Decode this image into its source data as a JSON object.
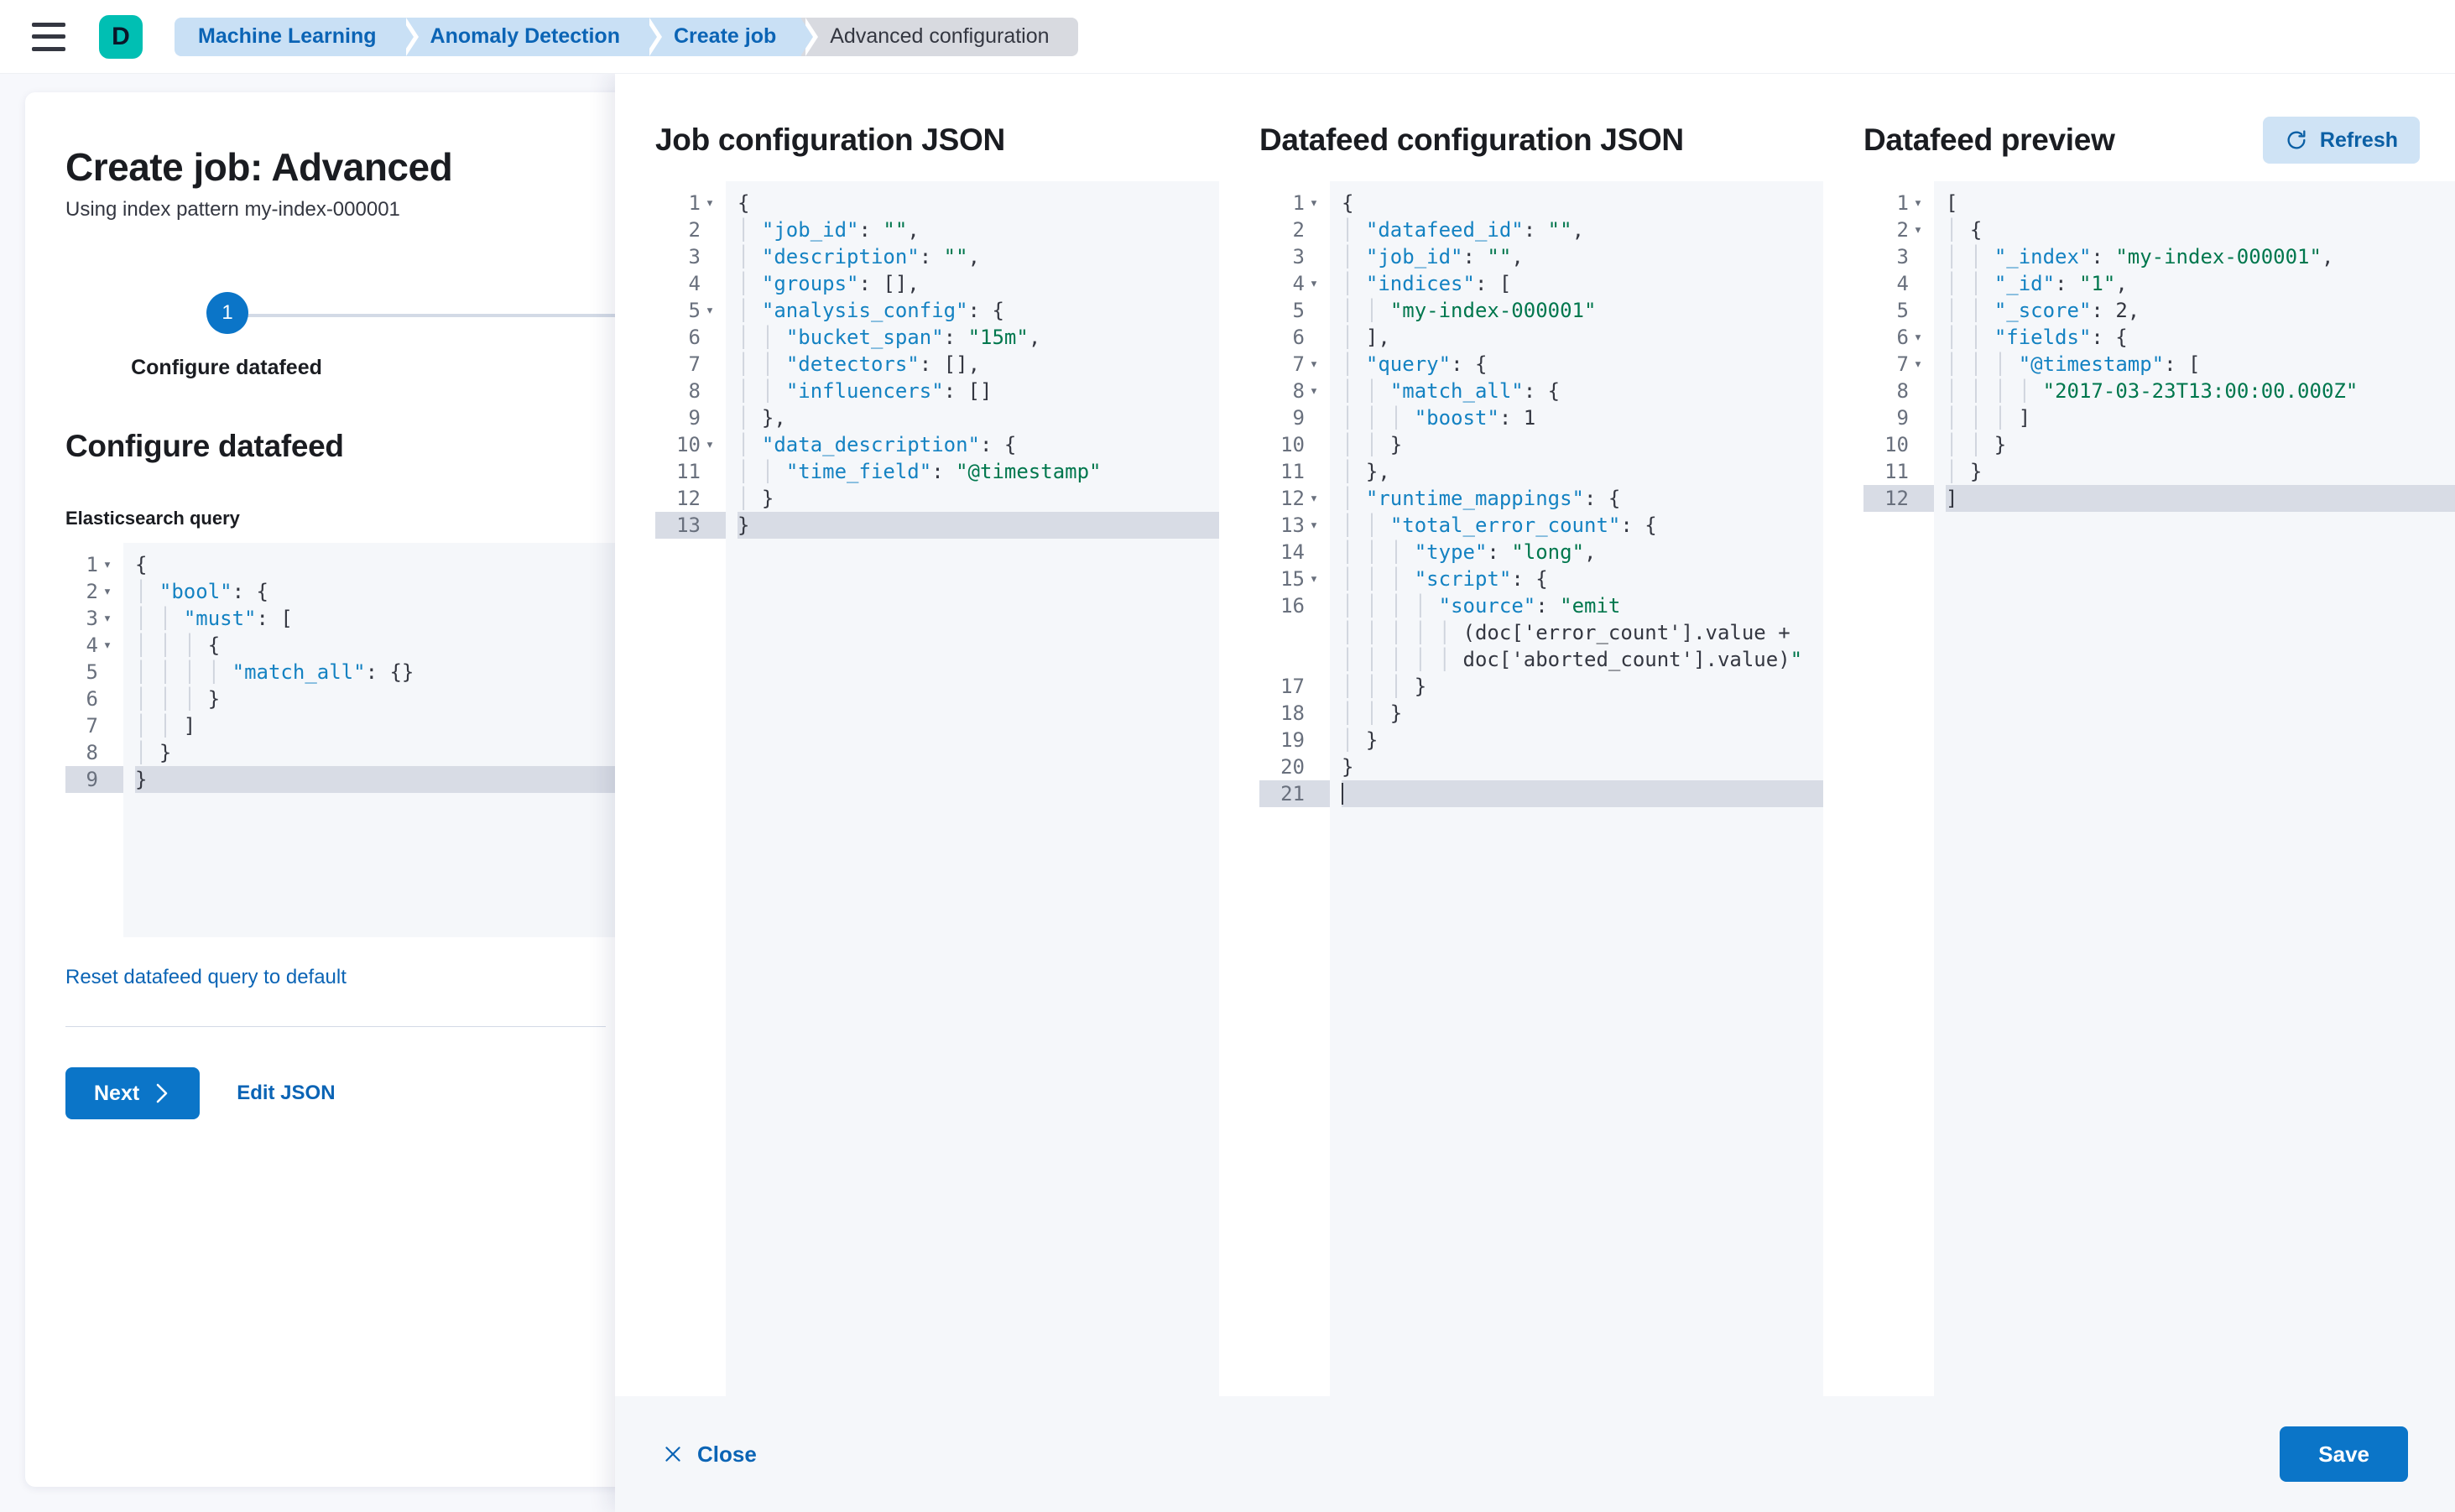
{
  "topbar": {
    "menu_icon": "hamburger-menu-icon",
    "app_badge": "D",
    "breadcrumbs": [
      {
        "label": "Machine Learning",
        "active": false
      },
      {
        "label": "Anomaly Detection",
        "active": false
      },
      {
        "label": "Create job",
        "active": false
      },
      {
        "label": "Advanced configuration",
        "active": true
      }
    ]
  },
  "page": {
    "title": "Create job: Advanced",
    "subtitle": "Using index pattern my-index-000001",
    "step": {
      "number": "1",
      "label": "Configure datafeed"
    },
    "section_title": "Configure datafeed",
    "query_label": "Elasticsearch query",
    "reset_link": "Reset datafeed query to default",
    "next_label": "Next",
    "next_icon": "chevron-right-icon",
    "edit_json_label": "Edit JSON",
    "query_editor": {
      "lines": [
        {
          "n": "1",
          "fold": true,
          "text": "{"
        },
        {
          "n": "2",
          "fold": true,
          "text": "  \"bool\": {"
        },
        {
          "n": "3",
          "fold": true,
          "text": "    \"must\": ["
        },
        {
          "n": "4",
          "fold": true,
          "text": "      {"
        },
        {
          "n": "5",
          "fold": false,
          "text": "        \"match_all\": {}"
        },
        {
          "n": "6",
          "fold": false,
          "text": "      }"
        },
        {
          "n": "7",
          "fold": false,
          "text": "    ]"
        },
        {
          "n": "8",
          "fold": false,
          "text": "  }"
        },
        {
          "n": "9",
          "fold": false,
          "text": "}",
          "highlight": true
        }
      ]
    }
  },
  "flyout": {
    "columns": [
      {
        "id": "job-configuration-json",
        "title": "Job configuration JSON",
        "lines": [
          {
            "n": "1",
            "fold": true,
            "text": "{"
          },
          {
            "n": "2",
            "fold": false,
            "text": "  \"job_id\": \"\","
          },
          {
            "n": "3",
            "fold": false,
            "text": "  \"description\": \"\","
          },
          {
            "n": "4",
            "fold": false,
            "text": "  \"groups\": [],"
          },
          {
            "n": "5",
            "fold": true,
            "text": "  \"analysis_config\": {"
          },
          {
            "n": "6",
            "fold": false,
            "text": "    \"bucket_span\": \"15m\","
          },
          {
            "n": "7",
            "fold": false,
            "text": "    \"detectors\": [],"
          },
          {
            "n": "8",
            "fold": false,
            "text": "    \"influencers\": []"
          },
          {
            "n": "9",
            "fold": false,
            "text": "  },"
          },
          {
            "n": "10",
            "fold": true,
            "text": "  \"data_description\": {"
          },
          {
            "n": "11",
            "fold": false,
            "text": "    \"time_field\": \"@timestamp\""
          },
          {
            "n": "12",
            "fold": false,
            "text": "  }"
          },
          {
            "n": "13",
            "fold": false,
            "text": "}",
            "highlight": true
          }
        ]
      },
      {
        "id": "datafeed-configuration-json",
        "title": "Datafeed configuration JSON",
        "lines": [
          {
            "n": "1",
            "fold": true,
            "text": "{"
          },
          {
            "n": "2",
            "fold": false,
            "text": "  \"datafeed_id\": \"\","
          },
          {
            "n": "3",
            "fold": false,
            "text": "  \"job_id\": \"\","
          },
          {
            "n": "4",
            "fold": true,
            "text": "  \"indices\": ["
          },
          {
            "n": "5",
            "fold": false,
            "text": "    \"my-index-000001\""
          },
          {
            "n": "6",
            "fold": false,
            "text": "  ],"
          },
          {
            "n": "7",
            "fold": true,
            "text": "  \"query\": {"
          },
          {
            "n": "8",
            "fold": true,
            "text": "    \"match_all\": {"
          },
          {
            "n": "9",
            "fold": false,
            "text": "      \"boost\": 1"
          },
          {
            "n": "10",
            "fold": false,
            "text": "    }"
          },
          {
            "n": "11",
            "fold": false,
            "text": "  },"
          },
          {
            "n": "12",
            "fold": true,
            "text": "  \"runtime_mappings\": {"
          },
          {
            "n": "13",
            "fold": true,
            "text": "    \"total_error_count\": {"
          },
          {
            "n": "14",
            "fold": false,
            "text": "      \"type\": \"long\","
          },
          {
            "n": "15",
            "fold": true,
            "text": "      \"script\": {"
          },
          {
            "n": "16",
            "fold": false,
            "wrapped": true,
            "text": "        \"source\": \"emit\n          (doc['error_count'].value +\n          doc['aborted_count'].value)\""
          },
          {
            "n": "17",
            "fold": false,
            "text": "      }"
          },
          {
            "n": "18",
            "fold": false,
            "text": "    }"
          },
          {
            "n": "19",
            "fold": false,
            "text": "  }"
          },
          {
            "n": "20",
            "fold": false,
            "text": "}"
          },
          {
            "n": "21",
            "fold": false,
            "text": "",
            "highlight": true,
            "caret": true
          }
        ]
      },
      {
        "id": "datafeed-preview",
        "title": "Datafeed preview",
        "refresh_label": "Refresh",
        "refresh_icon": "refresh-icon",
        "lines": [
          {
            "n": "1",
            "fold": true,
            "text": "["
          },
          {
            "n": "2",
            "fold": true,
            "text": "  {"
          },
          {
            "n": "3",
            "fold": false,
            "text": "    \"_index\": \"my-index-000001\","
          },
          {
            "n": "4",
            "fold": false,
            "text": "    \"_id\": \"1\","
          },
          {
            "n": "5",
            "fold": false,
            "text": "    \"_score\": 2,"
          },
          {
            "n": "6",
            "fold": true,
            "text": "    \"fields\": {"
          },
          {
            "n": "7",
            "fold": true,
            "text": "      \"@timestamp\": ["
          },
          {
            "n": "8",
            "fold": false,
            "text": "        \"2017-03-23T13:00:00.000Z\""
          },
          {
            "n": "9",
            "fold": false,
            "text": "      ]"
          },
          {
            "n": "10",
            "fold": false,
            "text": "    }"
          },
          {
            "n": "11",
            "fold": false,
            "text": "  }"
          },
          {
            "n": "12",
            "fold": false,
            "text": "]",
            "highlight": true
          }
        ]
      }
    ],
    "footer": {
      "close_label": "Close",
      "close_icon": "close-x-icon",
      "save_label": "Save"
    }
  },
  "colors": {
    "primary": "#0b75c8",
    "brand_teal": "#00bfb3",
    "link": "#0b64b5",
    "json_key": "#1482c2",
    "json_string": "#00774d"
  }
}
